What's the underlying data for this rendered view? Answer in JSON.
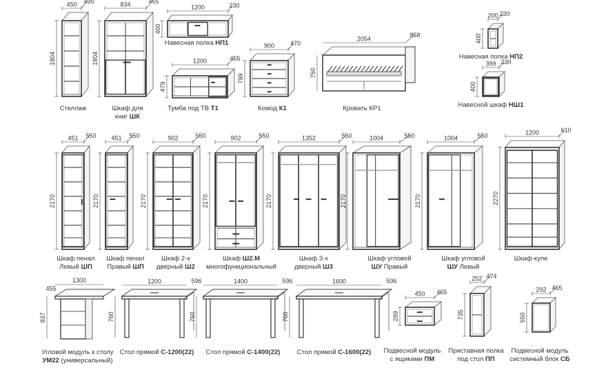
{
  "items": [
    {
      "id": "stellazh",
      "l1": "Стеллаж",
      "l2": "",
      "code": "",
      "w": "450",
      "d": "435",
      "h": "1804"
    },
    {
      "id": "shk",
      "l1": "Шкаф для",
      "l2": "книг",
      "code": "ШК",
      "w": "834",
      "d": "455",
      "h": "1804"
    },
    {
      "id": "np1",
      "l1": "Навесная полка",
      "l2": "",
      "code": "НП1",
      "w": "1200",
      "d": "230",
      "h": "400"
    },
    {
      "id": "t1",
      "l1": "Тумба под ТВ",
      "l2": "",
      "code": "Т1",
      "w": "1200",
      "d": "455",
      "h": "479"
    },
    {
      "id": "k1",
      "l1": "Комод",
      "l2": "",
      "code": "К1",
      "w": "900",
      "d": "470",
      "h": "799"
    },
    {
      "id": "kr1",
      "l1": "Кровать КР1",
      "l2": "",
      "code": "",
      "w": "2054",
      "d": "858",
      "h": "750"
    },
    {
      "id": "np2",
      "l1": "Навесная полка",
      "l2": "",
      "code": "НП2",
      "w": "200",
      "d": "230",
      "h": "400"
    },
    {
      "id": "nsh1",
      "l1": "Навесной шкаф",
      "l2": "",
      "code": "НШ1",
      "w": "399",
      "d": "230",
      "h": "400"
    },
    {
      "id": "shp_l",
      "l1": "Шкаф пенал",
      "l2": "Левый",
      "code": "ШП",
      "w": "451",
      "d": "550",
      "h": "2170"
    },
    {
      "id": "shp_r",
      "l1": "Шкаф пенал",
      "l2": "Правый",
      "code": "ШП",
      "w": "451",
      "d": "550",
      "h": "2170"
    },
    {
      "id": "sh2",
      "l1": "Шкаф 2-х",
      "l2": "дверный",
      "code": "Ш2",
      "w": "902",
      "d": "550",
      "h": "2170"
    },
    {
      "id": "sh2m",
      "l1": "Шкаф",
      "l2": "многофункциональный",
      "code": "Ш2.М",
      "w": "902",
      "d": "550",
      "h": "2170"
    },
    {
      "id": "sh3",
      "l1": "Шкаф 3-х",
      "l2": "дверный",
      "code": "Ш3",
      "w": "1352",
      "d": "550",
      "h": "2170"
    },
    {
      "id": "shu_r",
      "l1": "Шкаф угловой",
      "l2": "Правый",
      "code": "ШУ",
      "w": "1004",
      "d": "550",
      "h": "2170"
    },
    {
      "id": "shu_l",
      "l1": "Шкаф угловой",
      "l2": "Левый",
      "code": "ШУ",
      "w": "1004",
      "d": "550",
      "h": "2170"
    },
    {
      "id": "kupe",
      "l1": "Шкаф-купе",
      "l2": "",
      "code": "",
      "w": "1200",
      "d": "610",
      "h": "2270"
    },
    {
      "id": "um22",
      "l1": "Угловой модуль к столу",
      "l2": "(универсальный)",
      "code": "УМ22",
      "w": "1300",
      "d": "455",
      "h": "837"
    },
    {
      "id": "s1200",
      "l1": "Стол прямой",
      "l2": "",
      "code": "С-1200(22)",
      "w": "1200",
      "d": "596",
      "h": "760"
    },
    {
      "id": "s1400",
      "l1": "Стол прямой",
      "l2": "",
      "code": "С-1400(22)",
      "w": "1400",
      "d": "596",
      "h": "760"
    },
    {
      "id": "s1600",
      "l1": "Стол прямой",
      "l2": "",
      "code": "С-1600(22)",
      "w": "1600",
      "d": "596",
      "h": "760"
    },
    {
      "id": "pm",
      "l1": "Подвесной модуль",
      "l2": "с ящиками",
      "code": "ПМ",
      "w": "450",
      "d": "465",
      "h": "289"
    },
    {
      "id": "pp",
      "l1": "Приставная полка",
      "l2": "под стол",
      "code": "ПП",
      "w": "252",
      "d": "474",
      "h": "735"
    },
    {
      "id": "sb",
      "l1": "Подвесной модуль",
      "l2": "системный блок",
      "code": "СБ",
      "w": "292",
      "d": "465",
      "h": "550"
    }
  ]
}
